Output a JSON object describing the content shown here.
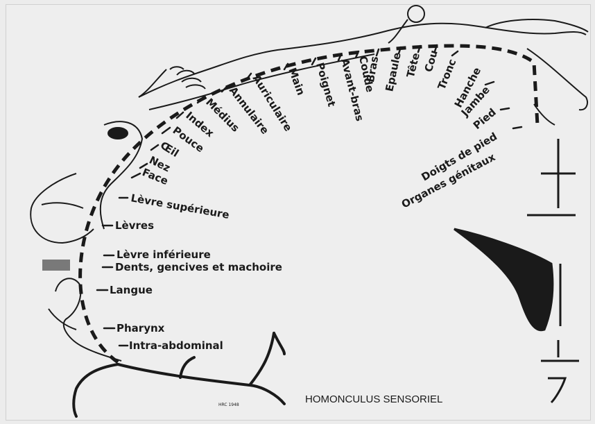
{
  "figure": {
    "title": "HOMONCULUS SENSORIEL",
    "signature": "HRC 1948",
    "labels": {
      "intra_abdominal": "Intra-abdominal",
      "pharynx": "Pharynx",
      "langue": "Langue",
      "dents": "Dents, gencives et machoire",
      "levre_inferieure": "Lèvre inférieure",
      "levres": "Lèvres",
      "levre_superieure": "Lèvre supérieure",
      "face": "Face",
      "nez": "Nez",
      "oeil": "Œil",
      "pouce": "Pouce",
      "index": "Index",
      "medius": "Médius",
      "annulaire": "Annulaire",
      "auriculaire": "Auriculaire",
      "main": "Main",
      "poignet": "Poignet",
      "avant_bras": "Avant-bras",
      "coude": "Coude",
      "bras": "Bras",
      "epaule": "Epaule",
      "tete": "Tête",
      "cou": "Cou",
      "tronc": "Tronc",
      "hanche": "Hanche",
      "jambe": "Jambe",
      "pied": "Pied",
      "doigts_de_pied": "Doigts de pied",
      "organes_genitaux": "Organes génitaux"
    }
  },
  "colors": {
    "background": "#eeeeee",
    "ink": "#1a1a1a"
  }
}
